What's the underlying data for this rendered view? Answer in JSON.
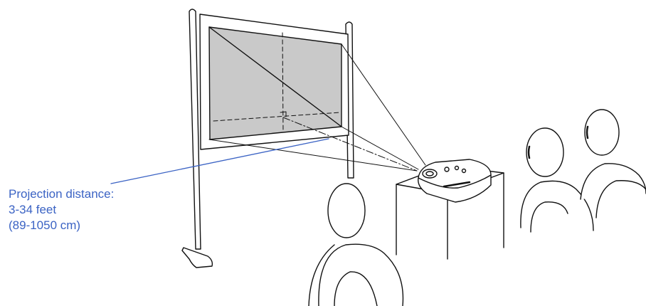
{
  "callout": {
    "line1": "Projection distance:",
    "line2": "3-34 feet",
    "line3": "(89-1050 cm)"
  },
  "colors": {
    "line": "#111111",
    "screen_fill": "#c9c9c9",
    "callout": "#3b63c4",
    "background": "#ffffff"
  },
  "icons": [
    "screen-stand",
    "projector",
    "projector-table",
    "audience-person"
  ]
}
